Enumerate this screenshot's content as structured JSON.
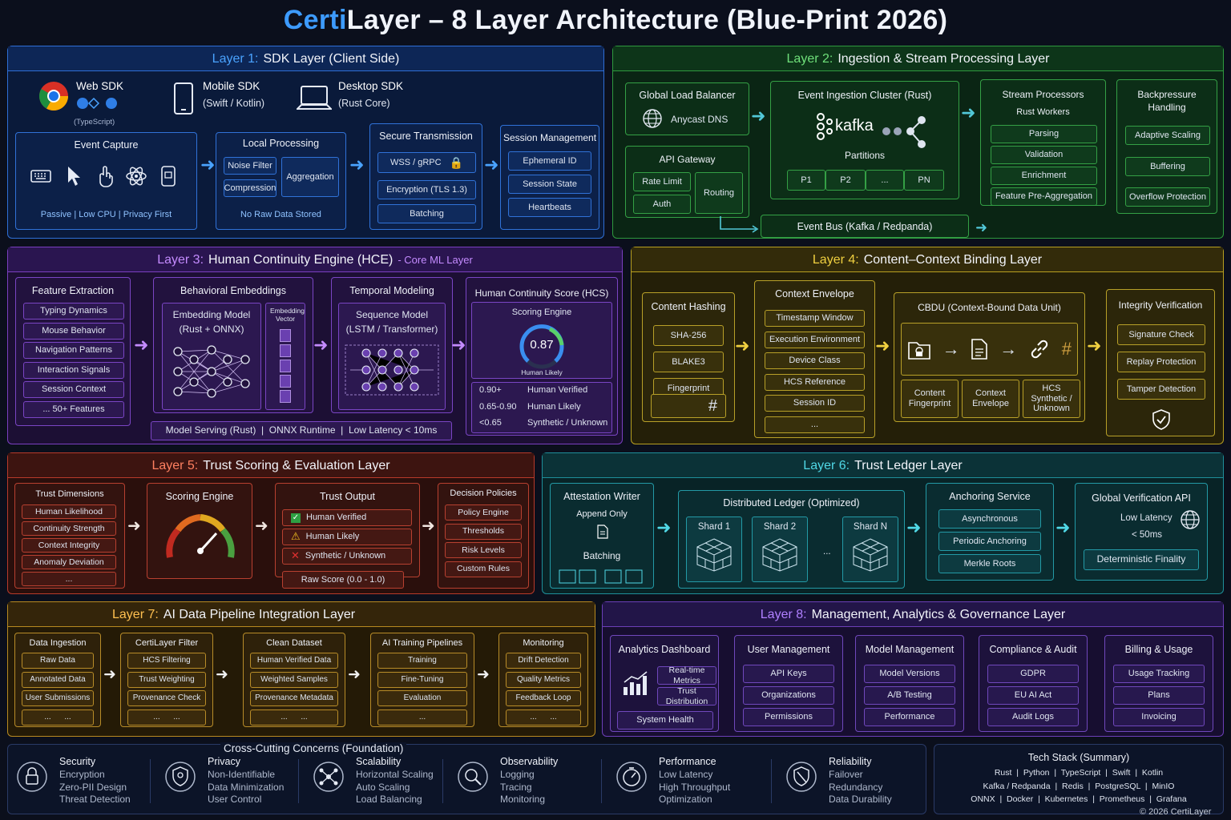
{
  "title": {
    "brand": "Certi",
    "rest": "Layer – 8 Layer Architecture (Blue-Print 2026)"
  },
  "l1": {
    "num": "Layer 1:",
    "name": "SDK Layer (Client Side)",
    "web": "Web SDK",
    "web_sub": "(TypeScript)",
    "mobile": "Mobile SDK",
    "mobile_sub": "(Swift / Kotlin)",
    "desktop": "Desktop SDK",
    "desktop_sub": "(Rust Core)",
    "event_capture": "Event Capture",
    "ec_note": "Passive | Low CPU | Privacy First",
    "local": "Local Processing",
    "noise": "Noise Filter",
    "compression": "Compression",
    "aggregation": "Aggregation",
    "lp_note": "No Raw Data Stored",
    "secure": "Secure Transmission",
    "wss": "WSS / gRPC",
    "tls": "Encryption (TLS 1.3)",
    "batching": "Batching",
    "session": "Session Management",
    "eph": "Ephemeral ID",
    "state": "Session State",
    "heartbeats": "Heartbeats"
  },
  "l2": {
    "num": "Layer 2:",
    "name": "Ingestion & Stream Processing Layer",
    "glb": "Global Load Balancer",
    "anycast": "Anycast DNS",
    "api": "API Gateway",
    "rate": "Rate Limit",
    "auth": "Auth",
    "routing": "Routing",
    "eic": "Event Ingestion Cluster (Rust)",
    "kafka": "kafka",
    "partitions": "Partitions",
    "p1": "P1",
    "p2": "P2",
    "pdots": "...",
    "pn": "PN",
    "stream": "Stream Processors",
    "rust_workers": "Rust Workers",
    "parsing": "Parsing",
    "validation": "Validation",
    "enrichment": "Enrichment",
    "preagg": "Feature Pre-Aggregation",
    "back": "Backpressure Handling",
    "adaptive": "Adaptive Scaling",
    "buffering": "Buffering",
    "overflow": "Overflow Protection",
    "bus": "Event Bus (Kafka / Redpanda)"
  },
  "l3": {
    "num": "Layer 3:",
    "name": "Human Continuity Engine (HCE)",
    "sub": "- Core ML Layer",
    "fe": "Feature Extraction",
    "fe_items": [
      "Typing Dynamics",
      "Mouse Behavior",
      "Navigation Patterns",
      "Interaction Signals",
      "Session Context",
      "... 50+ Features"
    ],
    "be": "Behavioral Embeddings",
    "em": "Embedding Model",
    "em_sub": "(Rust + ONNX)",
    "ev": "Embedding Vector",
    "tm": "Temporal Modeling",
    "sm": "Sequence Model",
    "sm_sub": "(LSTM / Transformer)",
    "hcs": "Human Continuity Score (HCS)",
    "se": "Scoring Engine",
    "score": "0.87",
    "hl": "Human Likely",
    "t1a": "0.90+",
    "t1b": "Human Verified",
    "t2a": "0.65-0.90",
    "t2b": "Human Likely",
    "t3a": "<0.65",
    "t3b": "Synthetic / Unknown",
    "footer": "Model Serving (Rust)  |  ONNX Runtime  |  Low Latency < 10ms"
  },
  "l4": {
    "num": "Layer 4:",
    "name": "Content–Context Binding Layer",
    "ch": "Content Hashing",
    "sha": "SHA-256",
    "blake": "BLAKE3",
    "fp": "Fingerprint",
    "ce": "Context Envelope",
    "ce_items": [
      "Timestamp Window",
      "Execution Environment",
      "Device Class",
      "HCS Reference",
      "Session ID",
      "..."
    ],
    "cbdu": "CBDU (Context-Bound Data Unit)",
    "cf": "Content Fingerprint",
    "cenv": "Context Envelope",
    "hcs3": "HCS Synthetic / Unknown",
    "iv": "Integrity Verification",
    "sig": "Signature Check",
    "replay": "Replay Protection",
    "tamper": "Tamper Detection"
  },
  "l5": {
    "num": "Layer 5:",
    "name": "Trust Scoring & Evaluation Layer",
    "td": "Trust Dimensions",
    "td_items": [
      "Human Likelihood",
      "Continuity Strength",
      "Context Integrity",
      "Anomaly Deviation",
      "..."
    ],
    "se": "Scoring Engine",
    "to": "Trust Output",
    "hv": "Human Verified",
    "hlk": "Human Likely",
    "syn": "Synthetic / Unknown",
    "raw": "Raw Score (0.0 - 1.0)",
    "dp": "Decision Policies",
    "dp_items": [
      "Policy Engine",
      "Thresholds",
      "Risk Levels",
      "Custom Rules"
    ]
  },
  "l6": {
    "num": "Layer 6:",
    "name": "Trust Ledger Layer",
    "aw": "Attestation Writer",
    "append": "Append Only",
    "batching": "Batching",
    "dl": "Distributed Ledger (Optimized)",
    "s1": "Shard 1",
    "s2": "Shard 2",
    "sdots": "...",
    "sn": "Shard N",
    "as": "Anchoring Service",
    "async": "Asynchronous",
    "periodic": "Periodic Anchoring",
    "merkle": "Merkle Roots",
    "gva": "Global Verification API",
    "low": "Low Latency",
    "ms": "< 50ms",
    "df": "Deterministic Finality"
  },
  "l7": {
    "num": "Layer 7:",
    "name": "AI Data Pipeline Integration Layer",
    "cols": [
      {
        "t": "Data Ingestion",
        "i": [
          "Raw Data",
          "Annotated Data",
          "User Submissions",
          "...      ..."
        ]
      },
      {
        "t": "CertiLayer Filter",
        "i": [
          "HCS Filtering",
          "Trust Weighting",
          "Provenance Check",
          "...      ..."
        ]
      },
      {
        "t": "Clean Dataset",
        "i": [
          "Human Verified Data",
          "Weighted Samples",
          "Provenance Metadata",
          "...      ..."
        ]
      },
      {
        "t": "AI Training Pipelines",
        "i": [
          "Training",
          "Fine-Tuning",
          "Evaluation",
          "..."
        ]
      },
      {
        "t": "Monitoring",
        "i": [
          "Drift Detection",
          "Quality Metrics",
          "Feedback Loop",
          "...      ..."
        ]
      }
    ]
  },
  "l8": {
    "num": "Layer 8:",
    "name": "Management, Analytics & Governance Layer",
    "ad": "Analytics Dashboard",
    "rtm": "Real-time Metrics",
    "tdist": "Trust Distribution",
    "sh": "System Health",
    "cols": [
      {
        "t": "User Management",
        "i": [
          "API Keys",
          "Organizations",
          "Permissions"
        ]
      },
      {
        "t": "Model Management",
        "i": [
          "Model Versions",
          "A/B Testing",
          "Performance"
        ]
      },
      {
        "t": "Compliance & Audit",
        "i": [
          "GDPR",
          "EU AI Act",
          "Audit Logs"
        ]
      },
      {
        "t": "Billing & Usage",
        "i": [
          "Usage Tracking",
          "Plans",
          "Invoicing"
        ]
      }
    ]
  },
  "cc": {
    "title": "Cross-Cutting Concerns (Foundation)",
    "items": [
      {
        "t": "Security",
        "i": [
          "Encryption",
          "Zero-PII Design",
          "Threat Detection"
        ]
      },
      {
        "t": "Privacy",
        "i": [
          "Non-Identifiable",
          "Data Minimization",
          "User Control"
        ]
      },
      {
        "t": "Scalability",
        "i": [
          "Horizontal Scaling",
          "Auto Scaling",
          "Load Balancing"
        ]
      },
      {
        "t": "Observability",
        "i": [
          "Logging",
          "Tracing",
          "Monitoring"
        ]
      },
      {
        "t": "Performance",
        "i": [
          "Low Latency",
          "High Throughput",
          "Optimization"
        ]
      },
      {
        "t": "Reliability",
        "i": [
          "Failover",
          "Redundancy",
          "Data Durability"
        ]
      }
    ]
  },
  "tech": {
    "title": "Tech Stack (Summary)",
    "r1": "Rust  |  Python  |  TypeScript  |  Swift  |  Kotlin",
    "r2": "Kafka / Redpanda  |  Redis  |  PostgreSQL  |  MinIO",
    "r3": "ONNX  |  Docker  |  Kubernetes  |  Prometheus  |  Grafana"
  },
  "copyright": "© 2026 CertiLayer"
}
